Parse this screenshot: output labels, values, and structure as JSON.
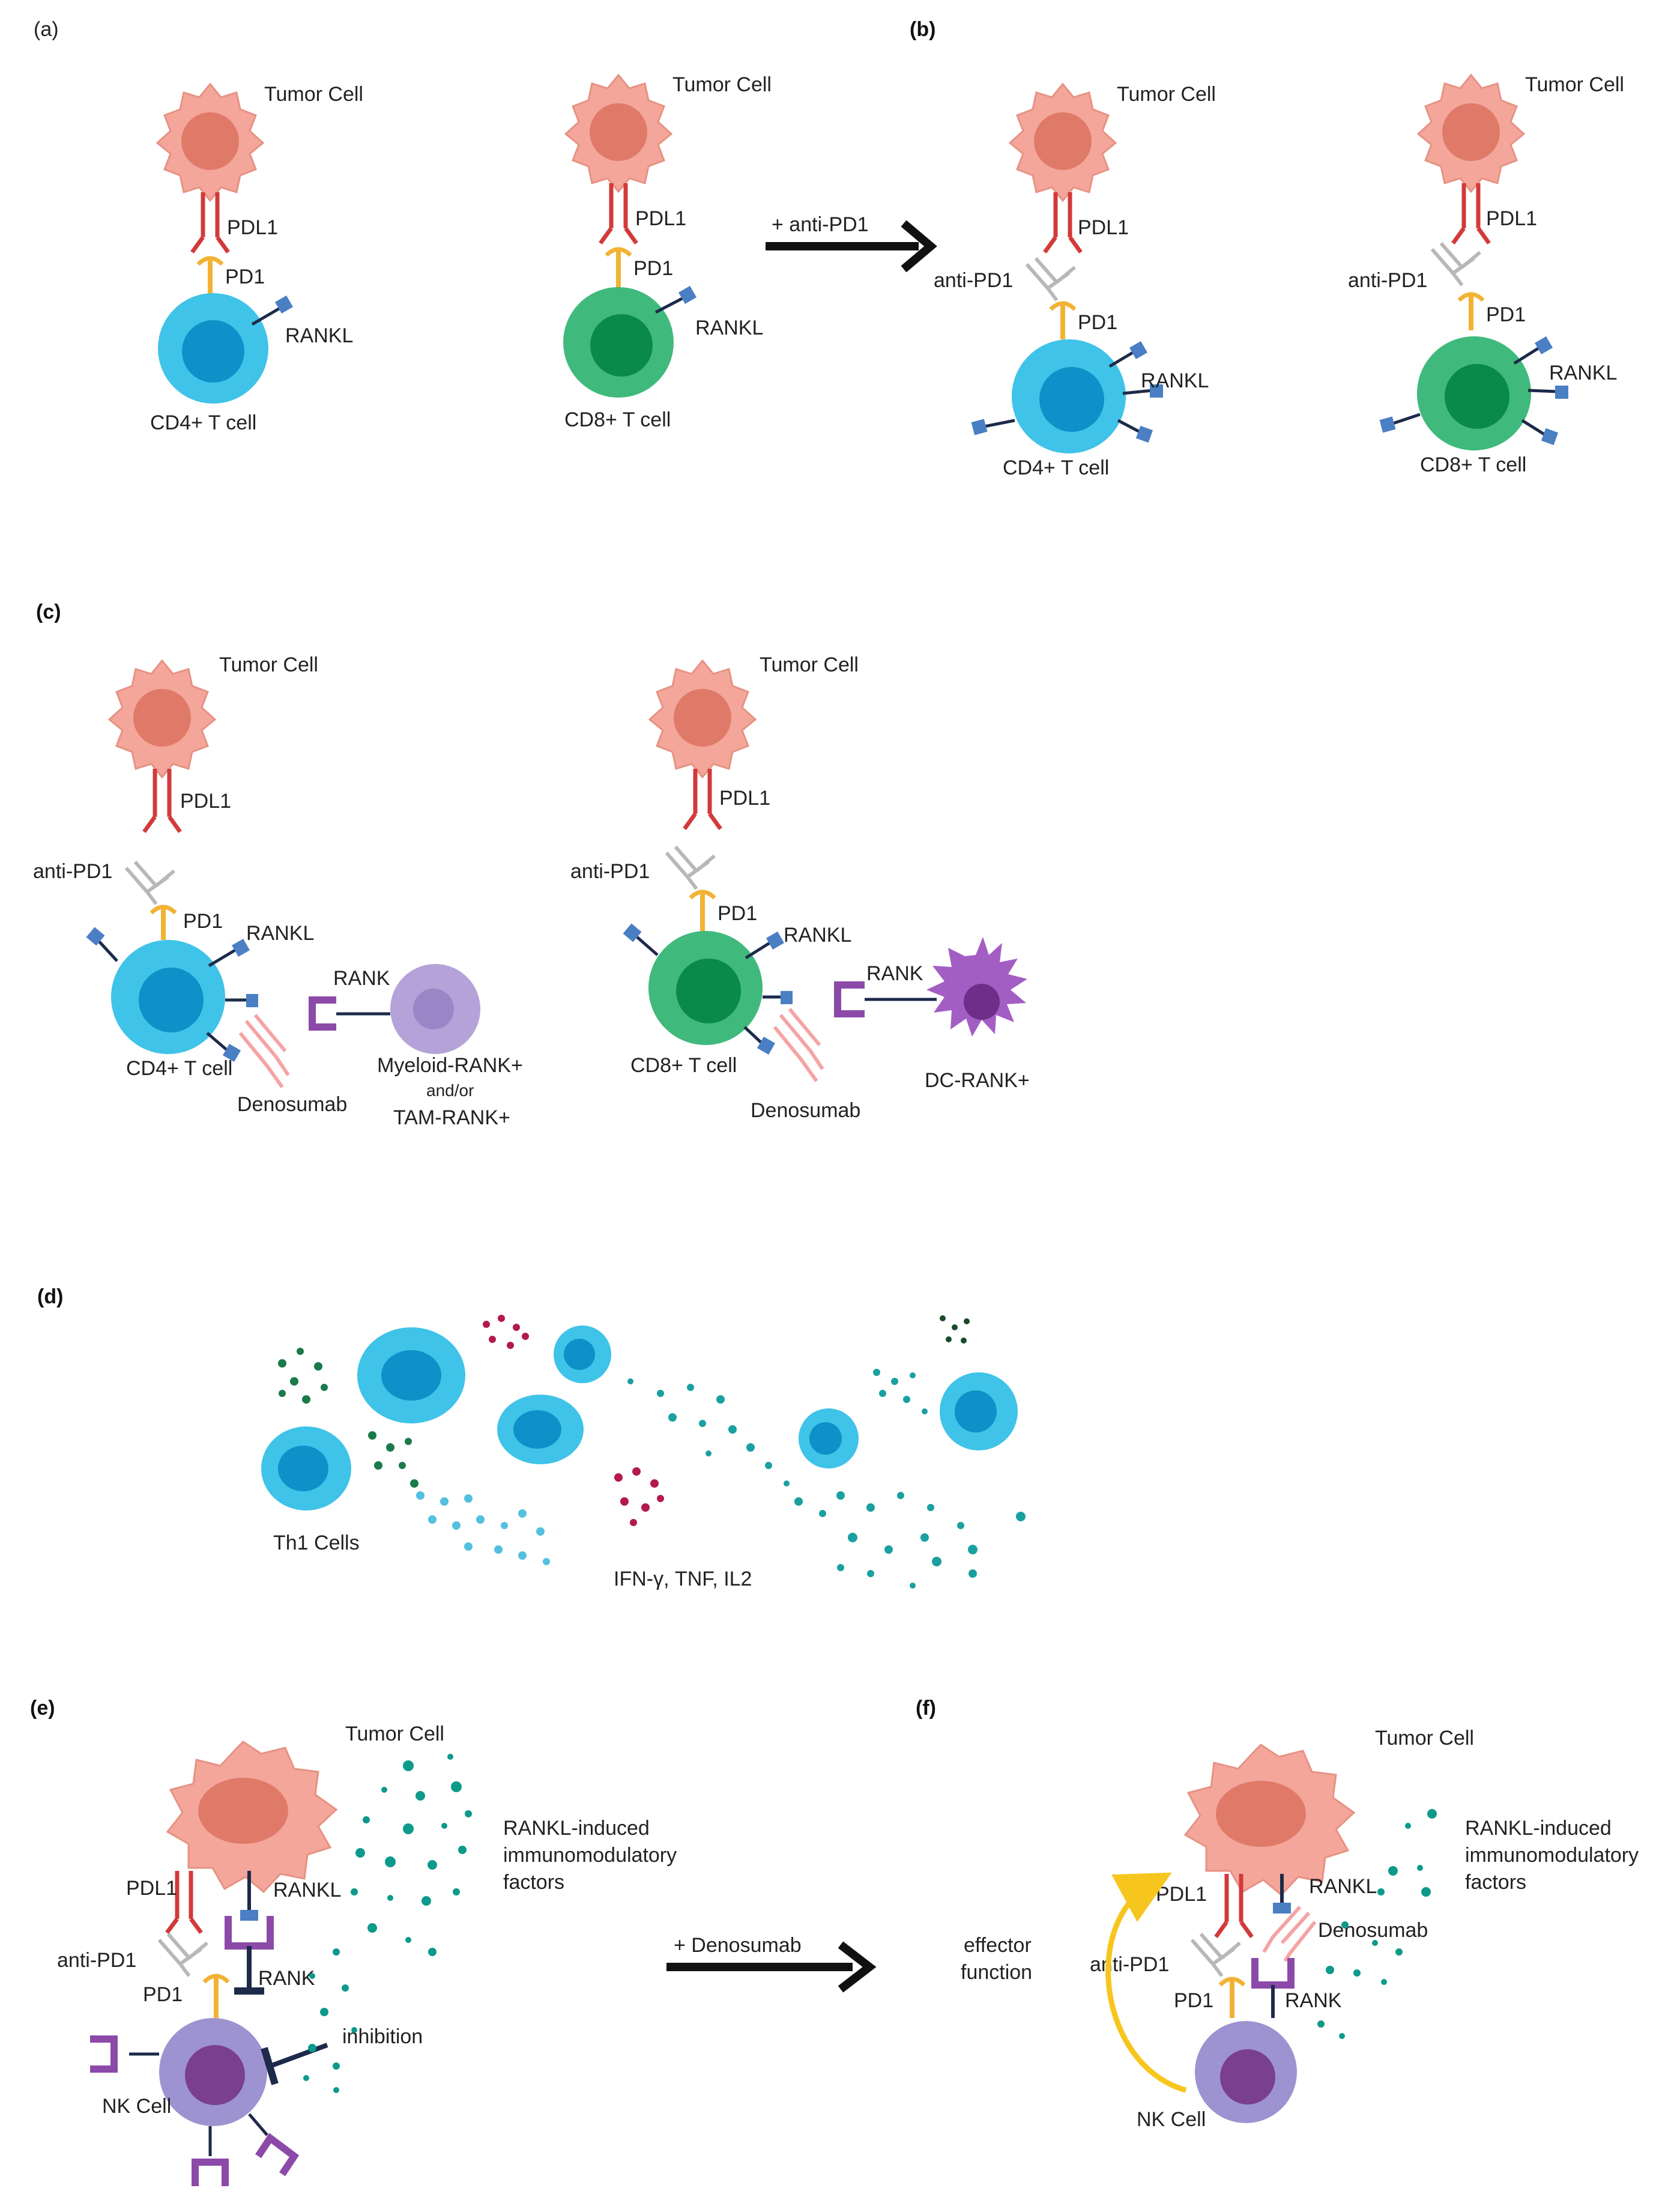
{
  "panels": {
    "a": "(a)",
    "b": "(b)",
    "c": "(c)",
    "d": "(d)",
    "e": "(e)",
    "f": "(f)"
  },
  "labels": {
    "tumor_cell": "Tumor Cell",
    "pdl1": "PDL1",
    "pd1": "PD1",
    "rankl": "RANKL",
    "rank": "RANK",
    "cd4": "CD4+ T cell",
    "cd8": "CD8+ T cell",
    "anti_pd1": "anti-PD1",
    "plus_anti_pd1": "+ anti-PD1",
    "denosumab": "Denosumab",
    "plus_denosumab": "+ Denosumab",
    "myeloid": "Myeloid-RANK+",
    "and_or": "and/or",
    "tam": "TAM-RANK+",
    "dc": "DC-RANK+",
    "th1": "Th1 Cells",
    "cytokines": "IFN-γ, TNF, IL2",
    "factors_1": "RANKL-induced",
    "factors_2": "immunomodulatory",
    "factors_3": "factors",
    "inhibition": "inhibition",
    "nk": "NK Cell",
    "effector_1": "effector",
    "effector_2": "function"
  },
  "colors": {
    "tumor": "#f4a69b",
    "tumor_nucleus": "#e07a68",
    "cd4": "#3fc3e8",
    "cd4_nucleus": "#0e90c8",
    "cd8": "#3fba7c",
    "cd8_nucleus": "#0a8a4a",
    "pdl1": "#d23a3a",
    "pd1": "#f2b233",
    "rankl": "#4a7fc4",
    "rank": "#8b4aa8",
    "myeloid": "#b4a2d8",
    "dc": "#a35ec4",
    "nk": "#9d93d0",
    "nk_nucleus": "#7a3f8e",
    "denosumab": "#f6a3a3",
    "antibody": "#b8b8b8",
    "effector_arrow": "#f7c61e",
    "arrow": "#111111"
  }
}
